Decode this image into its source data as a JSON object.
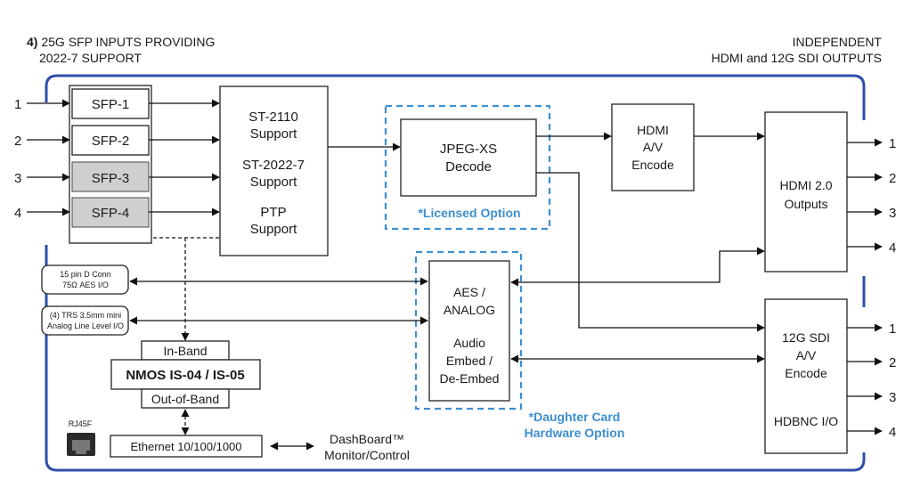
{
  "header": {
    "left_line1_bold": "4)",
    "left_line1": " 25G SFP INPUTS PROVIDING",
    "left_line2": "2022-7 SUPPORT",
    "right_line1": "INDEPENDENT",
    "right_line2": "HDMI and 12G SDI OUTPUTS"
  },
  "inputs": {
    "numbers": [
      "1",
      "2",
      "3",
      "4"
    ],
    "sfp": [
      "SFP-1",
      "SFP-2",
      "SFP-3",
      "SFP-4"
    ]
  },
  "support": {
    "lines": [
      "ST-2110",
      "Support",
      "ST-2022-7",
      "Support",
      "PTP",
      "Support"
    ]
  },
  "decode": {
    "lines": [
      "JPEG-XS",
      "Decode"
    ],
    "note": "*Licensed Option"
  },
  "hdmi_encode": {
    "lines": [
      "HDMI",
      "A/V",
      "Encode"
    ]
  },
  "hdmi_outputs": {
    "lines": [
      "HDMI 2.0",
      "Outputs"
    ],
    "numbers": [
      "1",
      "2",
      "3",
      "4"
    ]
  },
  "audio": {
    "lines": [
      "AES /",
      "ANALOG",
      "Audio",
      "Embed /",
      "De-Embed"
    ],
    "note_line1": "*Daughter Card",
    "note_line2": "Hardware Option"
  },
  "sdi": {
    "lines": [
      "12G SDI",
      "A/V",
      "Encode",
      "HDBNC I/O"
    ],
    "numbers": [
      "1",
      "2",
      "3",
      "4"
    ]
  },
  "connectors": {
    "dconn_line1": "15 pin D Conn",
    "dconn_line2": "75Ω AES I/O",
    "trs_line1": "(4) TRS 3.5mm mini",
    "trs_line2": "Analog Line Level I/O"
  },
  "nmos": {
    "inband": "In-Band",
    "main": "NMOS IS-04 / IS-05",
    "outofband": "Out-of-Band"
  },
  "ethernet": {
    "rj45": "RJ45F",
    "label": "Ethernet 10/100/1000",
    "dashboard_line1": "DashBoard™",
    "dashboard_line2": "Monitor/Control"
  },
  "colors": {
    "frame": "#2f4fa8",
    "accent": "#3d8fd1",
    "sfp_gray": "#cfcfcf"
  }
}
